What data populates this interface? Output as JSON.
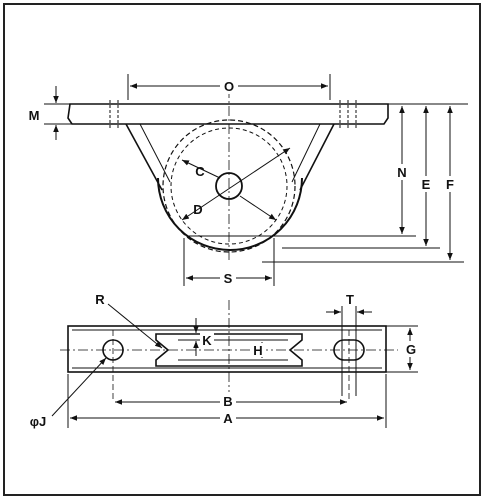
{
  "diagram": {
    "labels": {
      "O": "O",
      "M": "M",
      "C": "C",
      "D": "D",
      "N": "N",
      "E": "E",
      "F": "F",
      "S": "S",
      "R": "R",
      "T": "T",
      "K": "K",
      "H": "H",
      "G": "G",
      "B": "B",
      "A": "A",
      "J": "φJ"
    },
    "colors": {
      "line": "#111111",
      "hidden_fill": "#ffffff"
    }
  }
}
